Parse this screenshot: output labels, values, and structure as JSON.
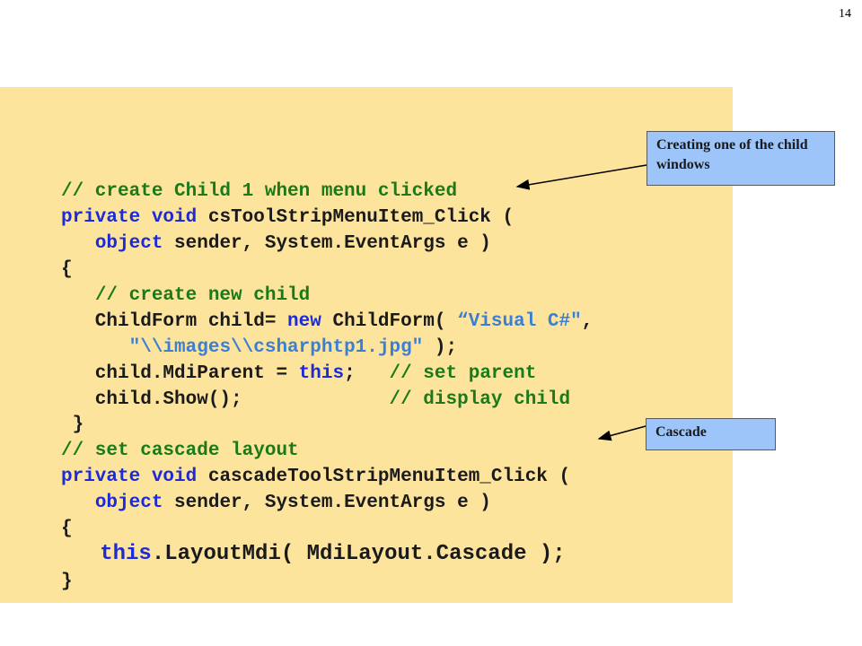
{
  "page_number": "14",
  "code_lines": [
    {
      "tokens": [
        {
          "t": "// create Child 1 when menu clicked",
          "c": "cm"
        }
      ]
    },
    {
      "tokens": [
        {
          "t": "private",
          "c": "kw"
        },
        {
          "t": " ",
          "c": "pl"
        },
        {
          "t": "void",
          "c": "kw"
        },
        {
          "t": " csToolStripMenuItem_Click (",
          "c": "pl"
        }
      ]
    },
    {
      "tokens": [
        {
          "t": "   ",
          "c": "pl"
        },
        {
          "t": "object",
          "c": "kw"
        },
        {
          "t": " sender, System.EventArgs e )",
          "c": "pl"
        }
      ]
    },
    {
      "tokens": [
        {
          "t": "{",
          "c": "pl"
        }
      ]
    },
    {
      "tokens": [
        {
          "t": "   ",
          "c": "pl"
        },
        {
          "t": "// create new child",
          "c": "cm"
        }
      ]
    },
    {
      "tokens": [
        {
          "t": "   ChildForm child= ",
          "c": "pl"
        },
        {
          "t": "new",
          "c": "kw"
        },
        {
          "t": " ChildForm( ",
          "c": "pl"
        },
        {
          "t": "“Visual C#\"",
          "c": "st"
        },
        {
          "t": ",",
          "c": "pl"
        }
      ]
    },
    {
      "tokens": [
        {
          "t": "      ",
          "c": "pl"
        },
        {
          "t": "\"\\\\images\\\\csharphtp1.jpg\"",
          "c": "st"
        },
        {
          "t": " );",
          "c": "pl"
        }
      ]
    },
    {
      "tokens": [
        {
          "t": "   child.MdiParent = ",
          "c": "pl"
        },
        {
          "t": "this",
          "c": "kw"
        },
        {
          "t": ";   ",
          "c": "pl"
        },
        {
          "t": "// set parent",
          "c": "cm"
        }
      ]
    },
    {
      "tokens": [
        {
          "t": "   child.Show();             ",
          "c": "pl"
        },
        {
          "t": "// display child",
          "c": "cm"
        }
      ]
    },
    {
      "tokens": [
        {
          "t": " }",
          "c": "pl"
        }
      ]
    },
    {
      "tokens": [
        {
          "t": "// set cascade layout",
          "c": "cm"
        }
      ]
    },
    {
      "tokens": [
        {
          "t": "private",
          "c": "kw"
        },
        {
          "t": " ",
          "c": "pl"
        },
        {
          "t": "void",
          "c": "kw"
        },
        {
          "t": " cascadeToolStripMenuItem_Click (",
          "c": "pl"
        }
      ]
    },
    {
      "tokens": [
        {
          "t": "   ",
          "c": "pl"
        },
        {
          "t": "object",
          "c": "kw"
        },
        {
          "t": " sender, System.EventArgs e )",
          "c": "pl"
        }
      ]
    },
    {
      "tokens": [
        {
          "t": "{",
          "c": "pl"
        }
      ]
    },
    {
      "big": true,
      "tokens": [
        {
          "t": "   ",
          "c": "pl"
        },
        {
          "t": "this",
          "c": "kw"
        },
        {
          "t": ".LayoutMdi( MdiLayout.Cascade );",
          "c": "pl"
        }
      ]
    },
    {
      "tokens": [
        {
          "t": "}",
          "c": "pl"
        }
      ]
    }
  ],
  "callouts": {
    "child": "Creating one of the child windows",
    "cascade": "Cascade"
  },
  "colors": {
    "panel_background": "#fde49d",
    "keyword": "#1c2bd6",
    "comment": "#1a7a1a",
    "string": "#3a7fd6",
    "callout_background": "#9ec5fa"
  }
}
